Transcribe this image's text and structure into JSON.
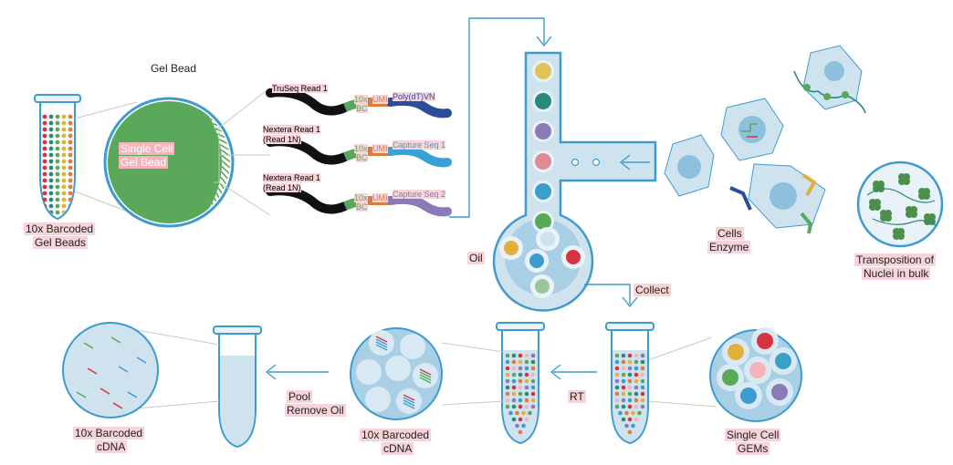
{
  "labels": {
    "gel_bead_title": "Gel Bead",
    "barcoded_gel_beads": [
      "10x Barcoded",
      "Gel Beads"
    ],
    "single_cell_gel_bead": [
      "Single Cell",
      "Gel Bead"
    ],
    "oil": "Oil",
    "collect": "Collect",
    "cells_enzyme": [
      "Cells",
      "Enzyme"
    ],
    "transposition": [
      "Transposition of",
      "Nuclei in bulk"
    ],
    "single_cell_gems": [
      "Single Cell",
      "GEMs"
    ],
    "rt": "RT",
    "barcoded_cdna_mid": [
      "10x Barcoded",
      "cDNA"
    ],
    "pool_remove_oil": [
      "Pool",
      "Remove Oil"
    ],
    "barcoded_cdna_left": [
      "10x Barcoded",
      "cDNA"
    ]
  },
  "oligos": [
    {
      "read_label": [
        "TruSeq Read 1"
      ],
      "bc_label": [
        "10x",
        "BC"
      ],
      "umi_label": "UMI",
      "capture_label": "Poly(dT)VN",
      "capture_color": "#2b4d9b"
    },
    {
      "read_label": [
        "Nextera Read 1",
        "(Read 1N)"
      ],
      "bc_label": [
        "10x",
        "BC"
      ],
      "umi_label": "UMI",
      "capture_label": "Capture Seq 1",
      "capture_color": "#3aa0d8"
    },
    {
      "read_label": [
        "Nextera Read 1",
        "(Read 1N)"
      ],
      "bc_label": [
        "10x",
        "BC"
      ],
      "umi_label": "UMI",
      "capture_label": "Capture Seq 2",
      "capture_color": "#8a7bb8"
    }
  ],
  "colors": {
    "light_blue": "#cfe3ef",
    "mid_blue": "#a9cfe4",
    "outline_blue": "#3d9bd0",
    "green": "#5aa95a",
    "umi_orange": "#e07b39",
    "label_pink": "#f6d4d7"
  }
}
